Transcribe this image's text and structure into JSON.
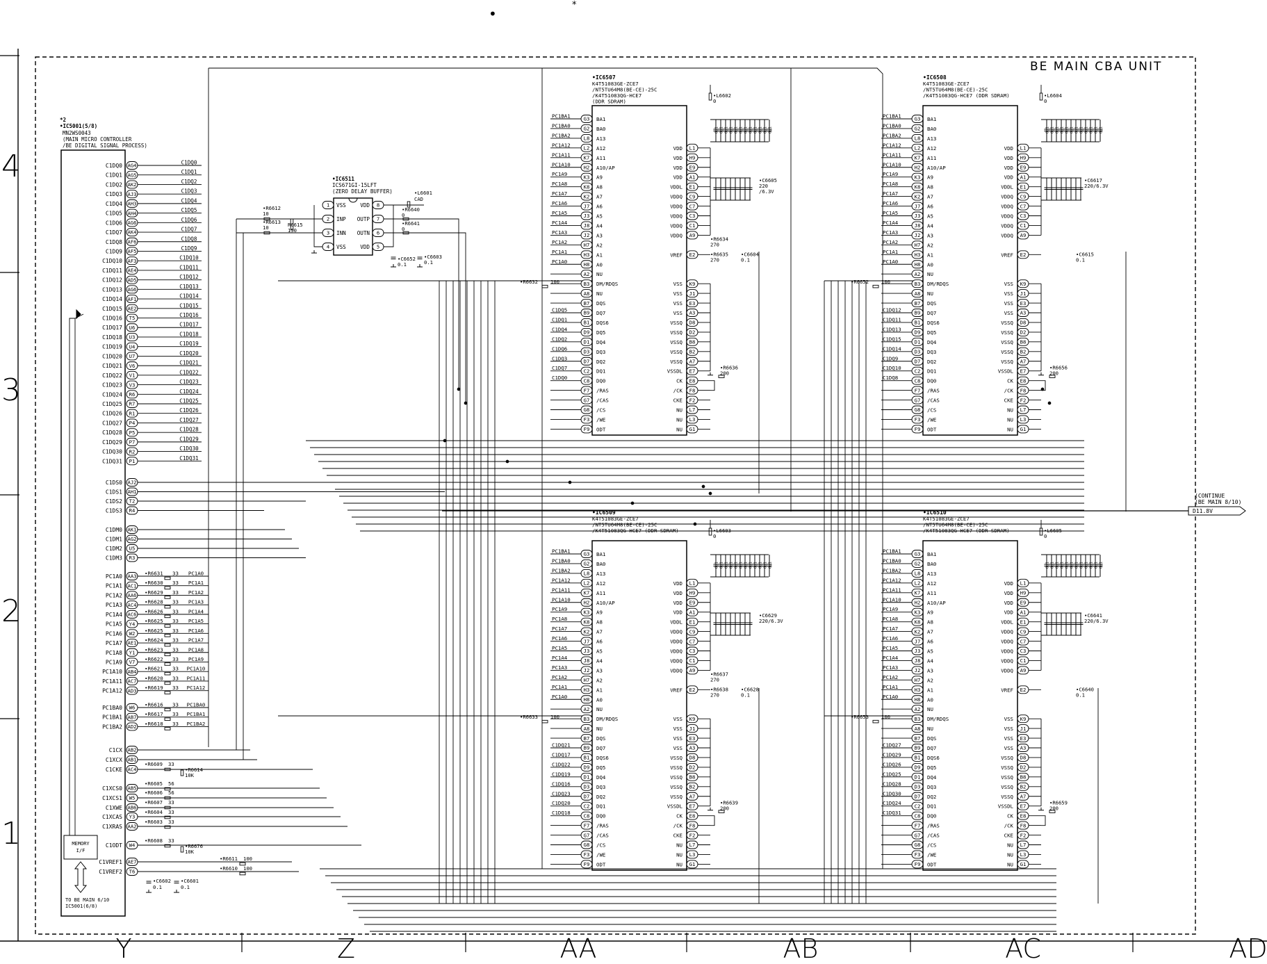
{
  "page": {
    "unit_title": "BE MAIN CBA UNIT",
    "top_marks": [
      "•",
      "*"
    ],
    "row_labels": [
      "4",
      "3",
      "2",
      "1"
    ],
    "col_labels": [
      "Y",
      "Z",
      "AA",
      "AB",
      "AC",
      "AD"
    ],
    "continue_note": [
      "(CONTINUE",
      "(BE MAIN 8/10)"
    ],
    "continue_net": "D11.8V"
  },
  "controller": {
    "marks": [
      "*2",
      "•IC5001(5/8)"
    ],
    "part": "MN2WS0043",
    "desc": [
      "(MAIN MICRO CONTROLLER",
      "/BE DIGITAL SIGNAL PROCESS)"
    ],
    "memory_box": [
      "MEMORY",
      "I/F"
    ],
    "to_note": [
      "TO BE MAIN 6/10",
      "IC5001(6/8)"
    ],
    "data_pins": [
      [
        "C1DQ0",
        "AG4"
      ],
      [
        "C1DQ1",
        "AG5"
      ],
      [
        "C1DQ2",
        "AK2"
      ],
      [
        "C1DQ3",
        "AJ3"
      ],
      [
        "C1DQ4",
        "AH3"
      ],
      [
        "C1DQ5",
        "AH4"
      ],
      [
        "C1DQ6",
        "AG6"
      ],
      [
        "C1DQ7",
        "AK4"
      ],
      [
        "C1DQ8",
        "AF6"
      ],
      [
        "C1DQ9",
        "AF5"
      ],
      [
        "C1DQ10",
        "AF3"
      ],
      [
        "C1DQ11",
        "AE4"
      ],
      [
        "C1DQ12",
        "AD5"
      ],
      [
        "C1DQ13",
        "AG6"
      ],
      [
        "C1DQ14",
        "AF1"
      ],
      [
        "C1DQ15",
        "AE2"
      ],
      [
        "C1DQ16",
        "T5"
      ],
      [
        "C1DQ17",
        "U6"
      ],
      [
        "C1DQ18",
        "U3"
      ],
      [
        "C1DQ19",
        "U4"
      ],
      [
        "C1DQ20",
        "U7"
      ],
      [
        "C1DQ21",
        "V6"
      ],
      [
        "C1DQ22",
        "V1"
      ],
      [
        "C1DQ23",
        "V3"
      ],
      [
        "C1DQ24",
        "R6"
      ],
      [
        "C1DQ25",
        "R7"
      ],
      [
        "C1DQ26",
        "R1"
      ],
      [
        "C1DQ27",
        "P4"
      ],
      [
        "C1DQ28",
        "P5"
      ],
      [
        "C1DQ29",
        "P7"
      ],
      [
        "C1DQ30",
        "R2"
      ],
      [
        "C1DQ31",
        "P1"
      ]
    ],
    "strobe_pins": [
      [
        "C1DS0",
        "AJ2"
      ],
      [
        "C1DS1",
        "AH1"
      ],
      [
        "C1DS2",
        "T2"
      ],
      [
        "C1DS3",
        "R4"
      ]
    ],
    "mask_pins": [
      [
        "C1DM0",
        "AK1"
      ],
      [
        "C1DM1",
        "AG2"
      ],
      [
        "C1DM2",
        "U5"
      ],
      [
        "C1DM3",
        "R3"
      ]
    ],
    "addr_pins": [
      [
        "PC1A0",
        "AA3",
        "R6631",
        "33",
        "PC1A0"
      ],
      [
        "PC1A1",
        "AC1",
        "R6630",
        "33",
        "PC1A1"
      ],
      [
        "PC1A2",
        "AA6",
        "R6629",
        "33",
        "PC1A2"
      ],
      [
        "PC1A3",
        "AC4",
        "R6628",
        "33",
        "PC1A3"
      ],
      [
        "PC1A4",
        "AC6",
        "R6626",
        "33",
        "PC1A4"
      ],
      [
        "PC1A5",
        "Y4",
        "R6625",
        "33",
        "PC1A5"
      ],
      [
        "PC1A6",
        "W2",
        "R6625",
        "33",
        "PC1A6"
      ],
      [
        "PC1A7",
        "AE1",
        "R6624",
        "33",
        "PC1A7"
      ],
      [
        "PC1A8",
        "Y1",
        "R6623",
        "33",
        "PC1A8"
      ],
      [
        "PC1A9",
        "V7",
        "R6622",
        "33",
        "PC1A9"
      ],
      [
        "PC1A10",
        "AB4",
        "R6621",
        "33",
        "PC1A10"
      ],
      [
        "PC1A11",
        "AC7",
        "R6620",
        "33",
        "PC1A11"
      ],
      [
        "PC1A12",
        "AD3",
        "R6619",
        "33",
        "PC1A12"
      ]
    ],
    "bank_pins": [
      [
        "PC1BA0",
        "W6",
        "R6616",
        "33",
        "PC1BA0"
      ],
      [
        "PC1BA1",
        "AB7",
        "R6617",
        "33",
        "PC1BA1"
      ],
      [
        "PC1BA2",
        "AD2",
        "R6618",
        "33",
        "PC1BA2"
      ]
    ],
    "ctrl_pins": [
      [
        "C1CX",
        "AB2"
      ],
      [
        "C1XCX",
        "AB1"
      ],
      [
        "C1CKE",
        "AC4"
      ],
      [
        "C1XCS0",
        "AB5"
      ],
      [
        "C1XCS1",
        "W5"
      ],
      [
        "C1XWE",
        "AB6"
      ],
      [
        "C1XCAS",
        "Y3"
      ],
      [
        "C1XRAS",
        "AA2"
      ],
      [
        "C1ODT",
        "W4"
      ],
      [
        "C1VREF1",
        "AE7"
      ],
      [
        "C1VREF2",
        "T6"
      ]
    ],
    "ctrl_res": [
      [
        "R6609",
        "33"
      ],
      [
        "R6614",
        "10K"
      ],
      [
        "R6605",
        "56"
      ],
      [
        "R6606",
        "56"
      ],
      [
        "R6607",
        "33"
      ],
      [
        "R6604",
        "33"
      ],
      [
        "R6603",
        "33"
      ],
      [
        "R6608",
        "33"
      ],
      [
        "R6676",
        "10K"
      ],
      [
        "R6611",
        "100"
      ],
      [
        "R6610",
        "100"
      ]
    ],
    "vref_caps": [
      [
        "C6602",
        "0.1"
      ],
      [
        "C6601",
        "0.1"
      ]
    ]
  },
  "clockbuf": {
    "ref": "•IC6511",
    "part": "ICS671GI-15LFT",
    "desc": "(ZERO DELAY BUFFER)",
    "pins_left": [
      [
        "1",
        "VSS"
      ],
      [
        "2",
        "INP"
      ],
      [
        "3",
        "INN"
      ],
      [
        "4",
        "VSS"
      ]
    ],
    "pins_right": [
      [
        "8",
        "VDD"
      ],
      [
        "7",
        "OUTP"
      ],
      [
        "6",
        "OUTN"
      ],
      [
        "5",
        "VDD"
      ]
    ],
    "parts": [
      [
        "R6612",
        "10"
      ],
      [
        "R6613",
        "10"
      ],
      [
        "R6615",
        "150"
      ],
      [
        "L6601",
        "0"
      ],
      [
        "R6640",
        "0"
      ],
      [
        "R6641",
        "0"
      ],
      [
        "C6652",
        "0.1"
      ],
      [
        "C6603",
        "0.1"
      ]
    ],
    "cap_note": "CAD"
  },
  "drams": [
    {
      "ref": "IC6507",
      "lines": [
        "K4T51083GE-ZCE7",
        "/NT5TU64M8(BE-CE)-25C",
        "/K4T51083QG-HCE7",
        "(DDR SDRAM)"
      ],
      "left_nets": [
        "PC1BA1",
        "PC1BA0",
        "PC1BA2",
        "PC1A12",
        "PC1A11",
        "PC1A10",
        "PC1A9",
        "PC1A8",
        "PC1A7",
        "PC1A6",
        "PC1A5",
        "PC1A4",
        "PC1A3",
        "PC1A2",
        "PC1A1",
        "PC1A0",
        "",
        "",
        "",
        "",
        "C1DQ5",
        "C1DQ1",
        "C1DQ4",
        "C1DQ2",
        "C1DQ6",
        "C1DQ3",
        "C1DQ7",
        "C1DQ0",
        "",
        "",
        "",
        "",
        ""
      ],
      "dm_res": [
        "R6632",
        "100"
      ],
      "right_parts": [
        [
          "L6602",
          "0"
        ],
        [
          "C6605",
          "220"
        ],
        [
          "R6634",
          "270"
        ],
        [
          "R6635",
          "270"
        ],
        [
          "C6604",
          "0.1"
        ],
        [
          "R6636",
          "200"
        ]
      ],
      "cap_volt": "/6.3V"
    },
    {
      "ref": "IC6508",
      "lines": [
        "K4T51083GE-ZCE7",
        "/NT5TU64M8(BE-CE)-25C",
        "/K4T51083QG-HCE7  (DDR SDRAM)"
      ],
      "left_nets": [
        "PC1BA1",
        "PC1BA0",
        "PC1BA2",
        "PC1A12",
        "PC1A11",
        "PC1A10",
        "PC1A9",
        "PC1A8",
        "PC1A7",
        "PC1A6",
        "PC1A5",
        "PC1A4",
        "PC1A3",
        "PC1A2",
        "PC1A1",
        "PC1A0",
        "",
        "",
        "",
        "",
        "C1DQ12",
        "C1DQ11",
        "C1DQ13",
        "C1DQ15",
        "C1DQ14",
        "C1DQ9",
        "C1DQ10",
        "C1DQ8",
        "",
        "",
        "",
        "",
        ""
      ],
      "dm_res": [
        "R6652",
        "100"
      ],
      "right_parts": [
        [
          "L6604",
          "0"
        ],
        [
          "C6617",
          "220/6.3V"
        ],
        [
          "C6615",
          "0.1"
        ],
        [
          "R6656",
          "200"
        ]
      ],
      "cap_volt": ""
    },
    {
      "ref": "IC6509",
      "lines": [
        "K4T51083GE-ZCE7",
        "/NT5TU64M8(BE-CE)-25C",
        "/K4T51083QG-HCE7  (DDR SDRAM)"
      ],
      "left_nets": [
        "PC1BA1",
        "PC1BA0",
        "PC1BA2",
        "PC1A12",
        "PC1A11",
        "PC1A10",
        "PC1A9",
        "PC1A8",
        "PC1A7",
        "PC1A6",
        "PC1A5",
        "PC1A4",
        "PC1A3",
        "PC1A2",
        "PC1A1",
        "PC1A0",
        "",
        "",
        "",
        "",
        "C1DQ21",
        "C1DQ17",
        "C1DQ22",
        "C1DQ19",
        "C1DQ16",
        "C1DQ23",
        "C1DQ20",
        "C1DQ18",
        "",
        "",
        "",
        "",
        ""
      ],
      "dm_res": [
        "R6633",
        "100"
      ],
      "right_parts": [
        [
          "L6603",
          "0"
        ],
        [
          "C6629",
          "220/6.3V"
        ],
        [
          "R6637",
          "270"
        ],
        [
          "R6638",
          "270"
        ],
        [
          "C6628",
          "0.1"
        ],
        [
          "R6639",
          "200"
        ]
      ],
      "cap_volt": ""
    },
    {
      "ref": "IC6510",
      "lines": [
        "K4T51083GE-ZCE7",
        "/NT5TU64M8(BE-CE)-25C",
        "/K4T51083QG-HCE7  (DDR SDRAM)"
      ],
      "left_nets": [
        "PC1BA1",
        "PC1BA0",
        "PC1BA2",
        "PC1A12",
        "PC1A11",
        "PC1A10",
        "PC1A9",
        "PC1A8",
        "PC1A7",
        "PC1A6",
        "PC1A5",
        "PC1A4",
        "PC1A3",
        "PC1A2",
        "PC1A1",
        "PC1A0",
        "",
        "",
        "",
        "",
        "C1DQ27",
        "C1DQ29",
        "C1DQ26",
        "C1DQ25",
        "C1DQ28",
        "C1DQ30",
        "C1DQ24",
        "C1DQ31",
        "",
        "",
        "",
        "",
        ""
      ],
      "dm_res": [
        "R6653",
        "100"
      ],
      "right_parts": [
        [
          "L6605",
          "0"
        ],
        [
          "C6641",
          "220/6.3V"
        ],
        [
          "C6640",
          "0.1"
        ],
        [
          "R6659",
          "200"
        ]
      ],
      "cap_volt": ""
    }
  ],
  "dram_pins": {
    "left": [
      [
        "G3",
        "BA1"
      ],
      [
        "G2",
        "BA0"
      ],
      [
        "L8",
        "A13"
      ],
      [
        "L2",
        "A12"
      ],
      [
        "K7",
        "A11"
      ],
      [
        "H2",
        "A10/AP"
      ],
      [
        "K3",
        "A9"
      ],
      [
        "K8",
        "A8"
      ],
      [
        "K2",
        "A7"
      ],
      [
        "J7",
        "A6"
      ],
      [
        "J3",
        "A5"
      ],
      [
        "J8",
        "A4"
      ],
      [
        "J2",
        "A3"
      ],
      [
        "H7",
        "A2"
      ],
      [
        "H3",
        "A1"
      ],
      [
        "H8",
        "A0"
      ],
      [
        "A2",
        "NU"
      ],
      [
        "B3",
        "DM/RDQS"
      ],
      [
        "A8",
        "NU"
      ],
      [
        "B7",
        "DQS"
      ],
      [
        "B9",
        "DQ7"
      ],
      [
        "B1",
        "DQS6"
      ],
      [
        "D9",
        "DQ5"
      ],
      [
        "D1",
        "DQ4"
      ],
      [
        "D3",
        "DQ3"
      ],
      [
        "D7",
        "DQ2"
      ],
      [
        "C2",
        "DQ1"
      ],
      [
        "C8",
        "DQ0"
      ],
      [
        "F7",
        "/RAS"
      ],
      [
        "G7",
        "/CAS"
      ],
      [
        "G8",
        "/CS"
      ],
      [
        "F3",
        "/WE"
      ],
      [
        "F9",
        "ODT"
      ]
    ],
    "right_top": [
      [
        "VDD",
        "L1"
      ],
      [
        "VDD",
        "H9"
      ],
      [
        "VDD",
        "E9"
      ],
      [
        "VDD",
        "A1"
      ],
      [
        "VDDL",
        "E1"
      ],
      [
        "VDDQ",
        "C9"
      ],
      [
        "VDDQ",
        "C7"
      ],
      [
        "VDDQ",
        "C3"
      ],
      [
        "VDDQ",
        "C1"
      ],
      [
        "VDDQ",
        "A9"
      ]
    ],
    "right_vref": [
      [
        "VREF",
        "E2"
      ]
    ],
    "right_mid": [
      [
        "VSS",
        "K9"
      ],
      [
        "VSS",
        "J1"
      ],
      [
        "VSS",
        "E3"
      ],
      [
        "VSS",
        "A3"
      ],
      [
        "VSSQ",
        "D8"
      ],
      [
        "VSSQ",
        "D2"
      ],
      [
        "VSSQ",
        "B8"
      ],
      [
        "VSSQ",
        "B2"
      ],
      [
        "VSSQ",
        "A7"
      ],
      [
        "VSSDL",
        "E7"
      ]
    ],
    "right_bot": [
      [
        "CK",
        "E8"
      ],
      [
        "/CK",
        "F8"
      ],
      [
        "CKE",
        "F2"
      ],
      [
        "NU",
        "L7"
      ],
      [
        "NU",
        "L3"
      ],
      [
        "NU",
        "G1"
      ]
    ]
  },
  "cap_bank_values": [
    "0.1"
  ]
}
